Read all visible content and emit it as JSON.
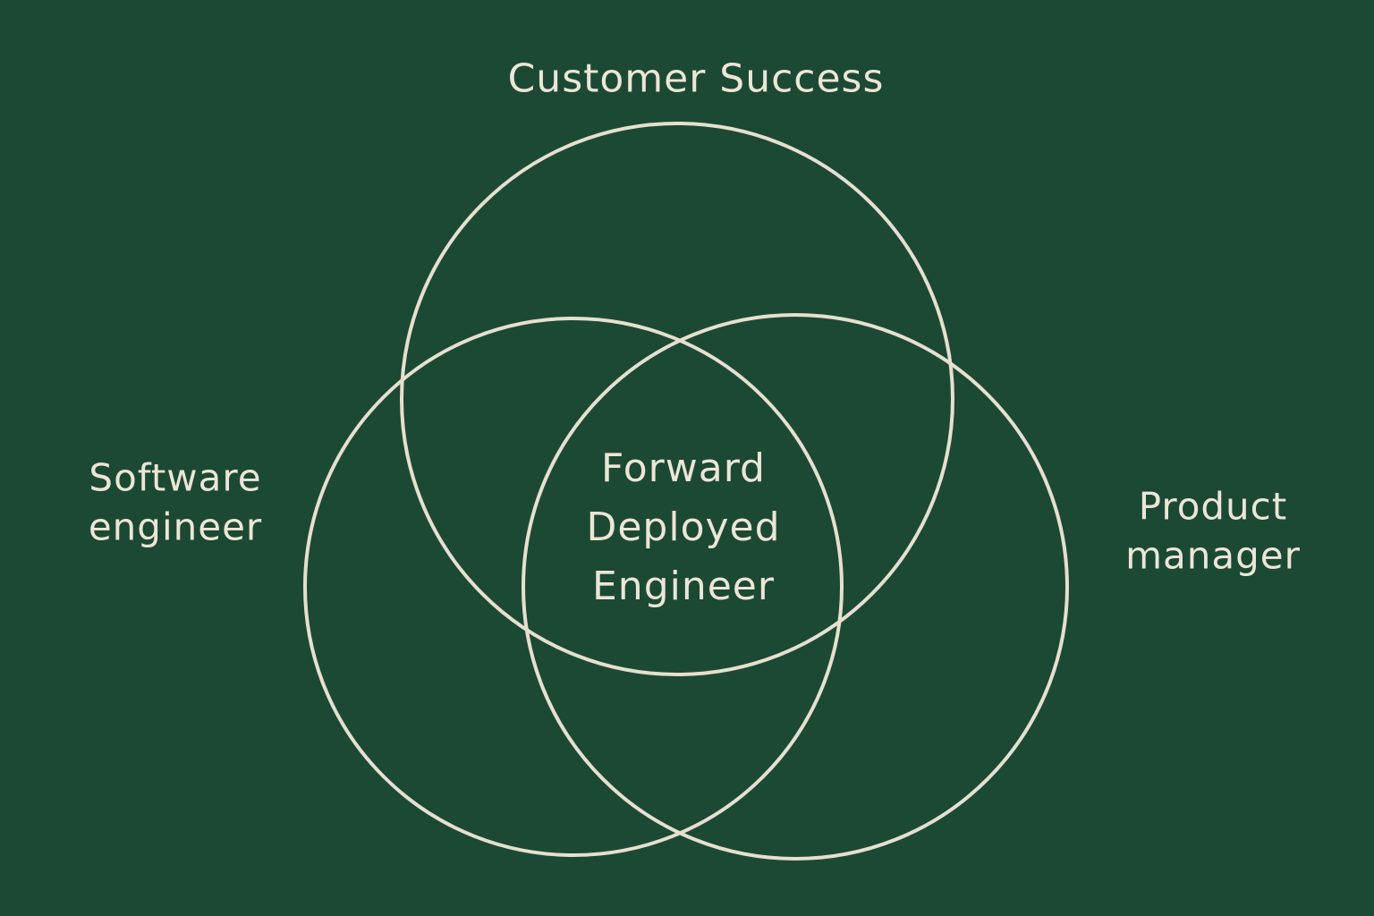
{
  "colors": {
    "background": "#1c4934",
    "stroke": "#e6e0cf",
    "text": "#ece6d6"
  },
  "sets": {
    "top": {
      "lines": [
        "Customer Success"
      ]
    },
    "left": {
      "lines": [
        "Software",
        "engineer"
      ]
    },
    "right": {
      "lines": [
        "Product",
        "manager"
      ]
    }
  },
  "intersection": {
    "lines": [
      "Forward",
      "Deployed",
      "Engineer"
    ]
  }
}
